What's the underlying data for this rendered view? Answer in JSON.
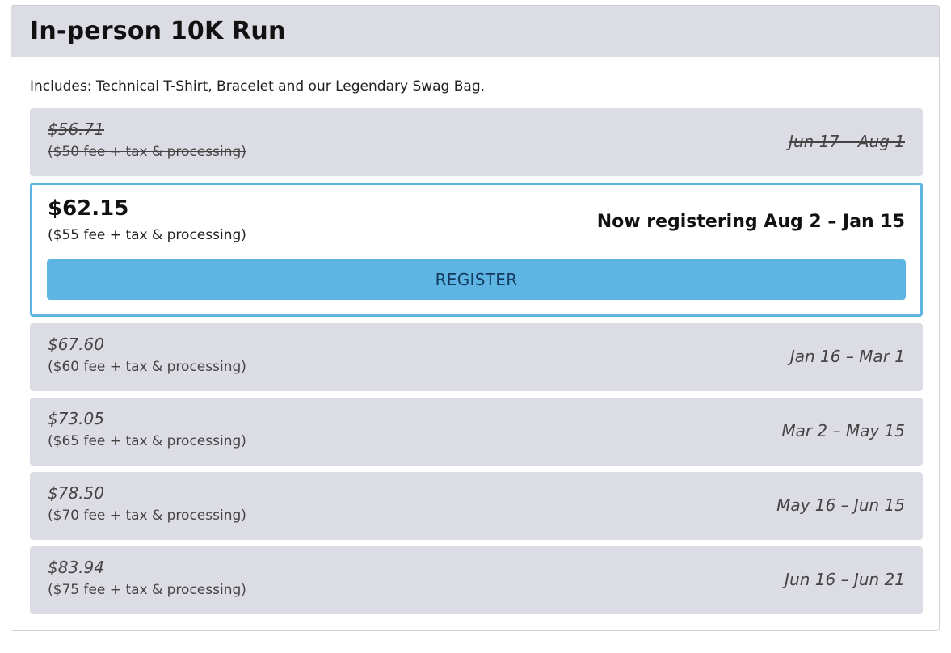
{
  "event": {
    "title": "In-person 10K Run",
    "includes": "Includes: Technical T-Shirt, Bracelet and our Legendary Swag Bag."
  },
  "tiers": [
    {
      "price": "$56.71",
      "fee": "($50 fee + tax & processing)",
      "dates": "Jun 17 – Aug 1",
      "status": "expired"
    },
    {
      "price": "$62.15",
      "fee": "($55 fee + tax & processing)",
      "dates": "Now registering Aug 2 – Jan 15",
      "status": "current",
      "button_label": "REGISTER"
    },
    {
      "price": "$67.60",
      "fee": "($60 fee + tax & processing)",
      "dates": "Jan 16 – Mar 1",
      "status": "upcoming"
    },
    {
      "price": "$73.05",
      "fee": "($65 fee + tax & processing)",
      "dates": "Mar 2 – May 15",
      "status": "upcoming"
    },
    {
      "price": "$78.50",
      "fee": "($70 fee + tax & processing)",
      "dates": "May 16 – Jun 15",
      "status": "upcoming"
    },
    {
      "price": "$83.94",
      "fee": "($75 fee + tax & processing)",
      "dates": "Jun 16 – Jun 21",
      "status": "upcoming"
    }
  ],
  "colors": {
    "header_bg": "#dcdce4",
    "tier_bg": "#dcdce4",
    "accent": "#5eb4e2",
    "button_text": "#123a5e"
  }
}
